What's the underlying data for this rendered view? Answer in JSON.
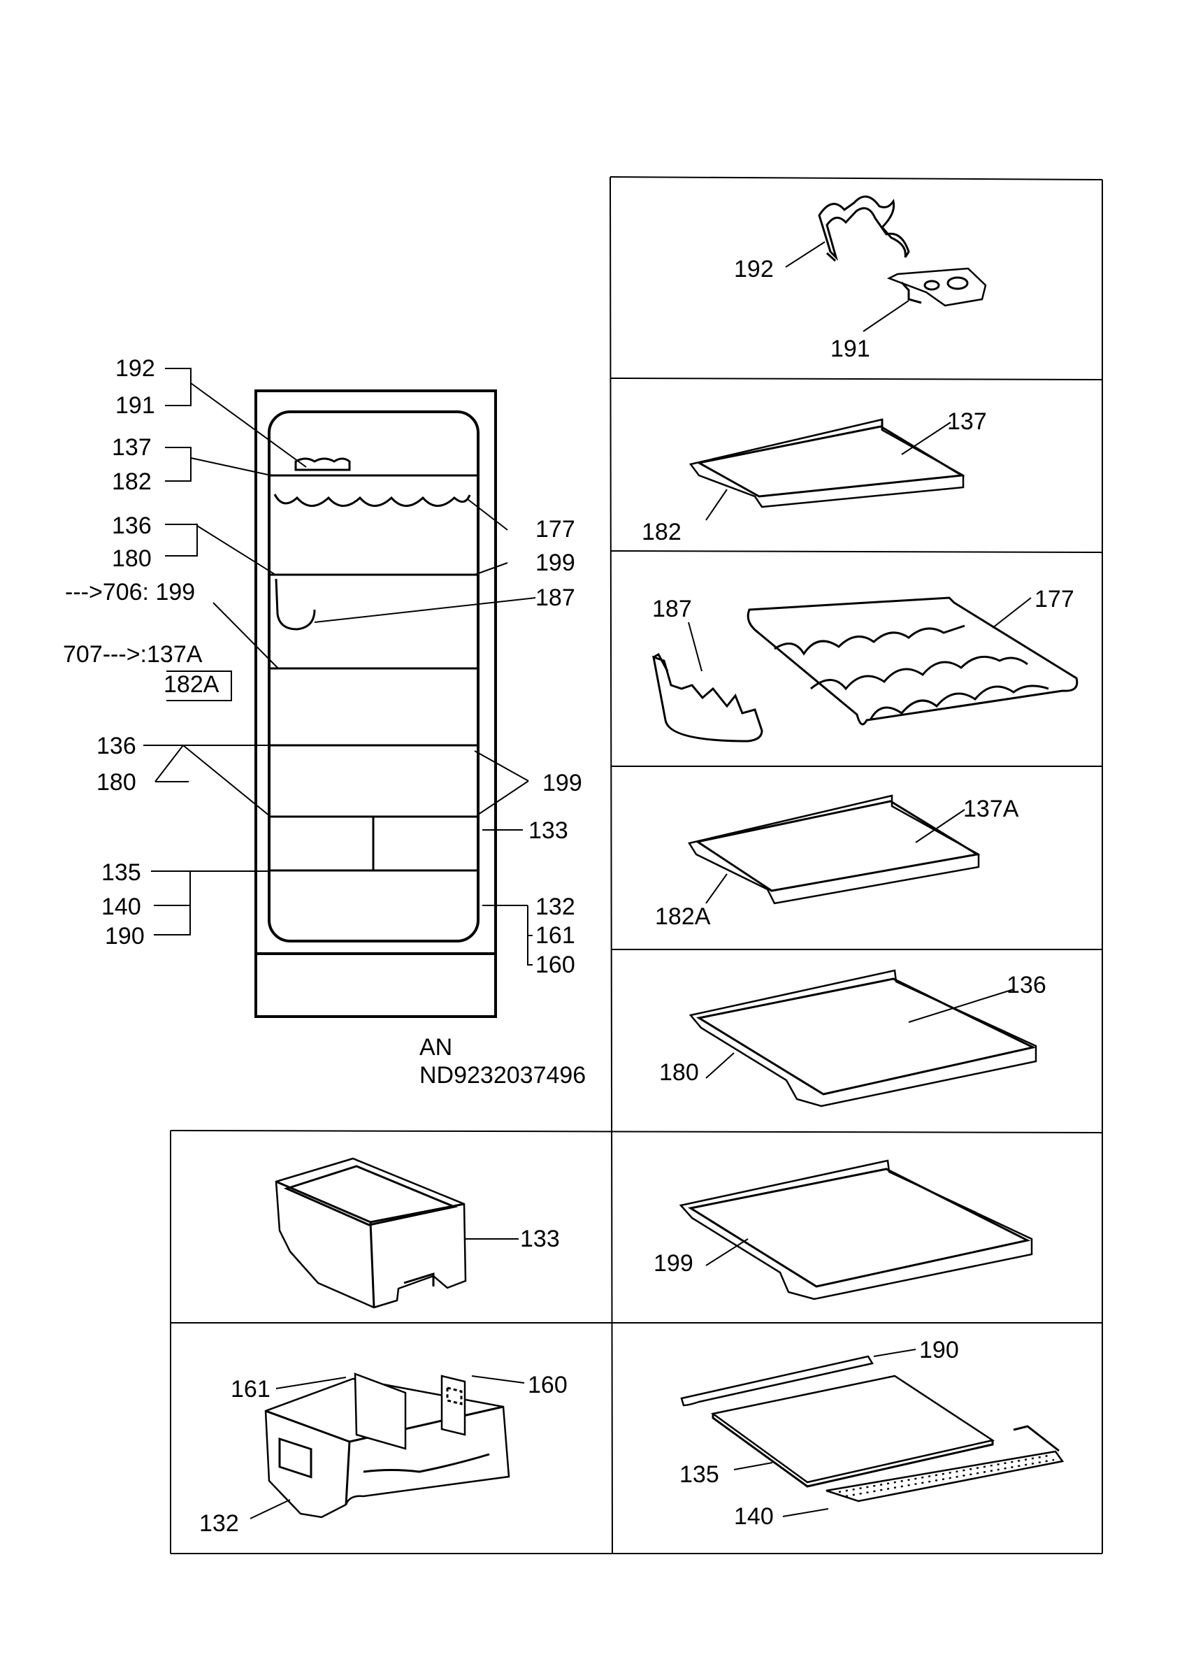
{
  "labels": {
    "l192": "192",
    "l191": "191",
    "l137": "137",
    "l182": "182",
    "l136": "136",
    "l180": "180",
    "l706": "--->706: 199",
    "l707": "707--->:137A",
    "l182A": "182A",
    "l136b": "136",
    "l180b": "180",
    "l135": "135",
    "l140": "140",
    "l190": "190",
    "r177": "177",
    "r199a": "199",
    "r187": "187",
    "r199b": "199",
    "r133": "133",
    "r132": "132",
    "r161": "161",
    "r160": "160",
    "code1": "AN",
    "code2": "ND9232037496"
  },
  "panels": {
    "p1": {
      "a": "192",
      "b": "191"
    },
    "p2": {
      "a": "137",
      "b": "182"
    },
    "p3": {
      "a": "187",
      "b": "177"
    },
    "p4": {
      "a": "137A",
      "b": "182A"
    },
    "p5": {
      "a": "136",
      "b": "180"
    },
    "p6": {
      "a": "199"
    },
    "p7": {
      "a": "133"
    },
    "p8": {
      "a": "161",
      "b": "160",
      "c": "132"
    },
    "p9": {
      "a": "190",
      "b": "135",
      "c": "140"
    }
  }
}
